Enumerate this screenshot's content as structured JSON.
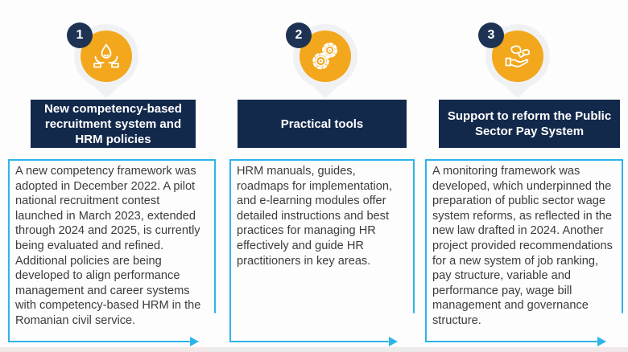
{
  "colors": {
    "header_navy": "#13294c",
    "badge_navy": "#1e3354",
    "icon_orange": "#f2a71c",
    "arrow_cyan": "#2eb4e9",
    "bubble_gray": "#f0f1f3",
    "body_text": "#3c3c3c"
  },
  "columns": [
    {
      "number": "1",
      "icon": "hands-water-drop-icon",
      "title": "New competency-based recruitment system and HRM policies",
      "body": "A new competency framework was adopted in December 2022. A pilot national recruitment contest launched in March 2023, extended through 2024 and 2025, is currently being evaluated and refined. Additional policies are being developed to align performance management and career systems with competency-based HRM in the Romanian civil service."
    },
    {
      "number": "2",
      "icon": "gears-icon",
      "title": "Practical tools",
      "body": "HRM manuals, guides, roadmaps for implementation, and e-learning modules offer detailed instructions and best practices for managing HR effectively and guide HR practitioners in key areas."
    },
    {
      "number": "3",
      "icon": "hand-leaves-icon",
      "title": "Support to reform the Public Sector Pay System",
      "body": "A monitoring framework was developed, which underpinned the preparation of public sector wage system reforms, as reflected in the new law drafted in 2024. Another project provided recommendations for a new system of job ranking, pay structure, variable and performance pay, wage bill management and governance structure."
    }
  ]
}
